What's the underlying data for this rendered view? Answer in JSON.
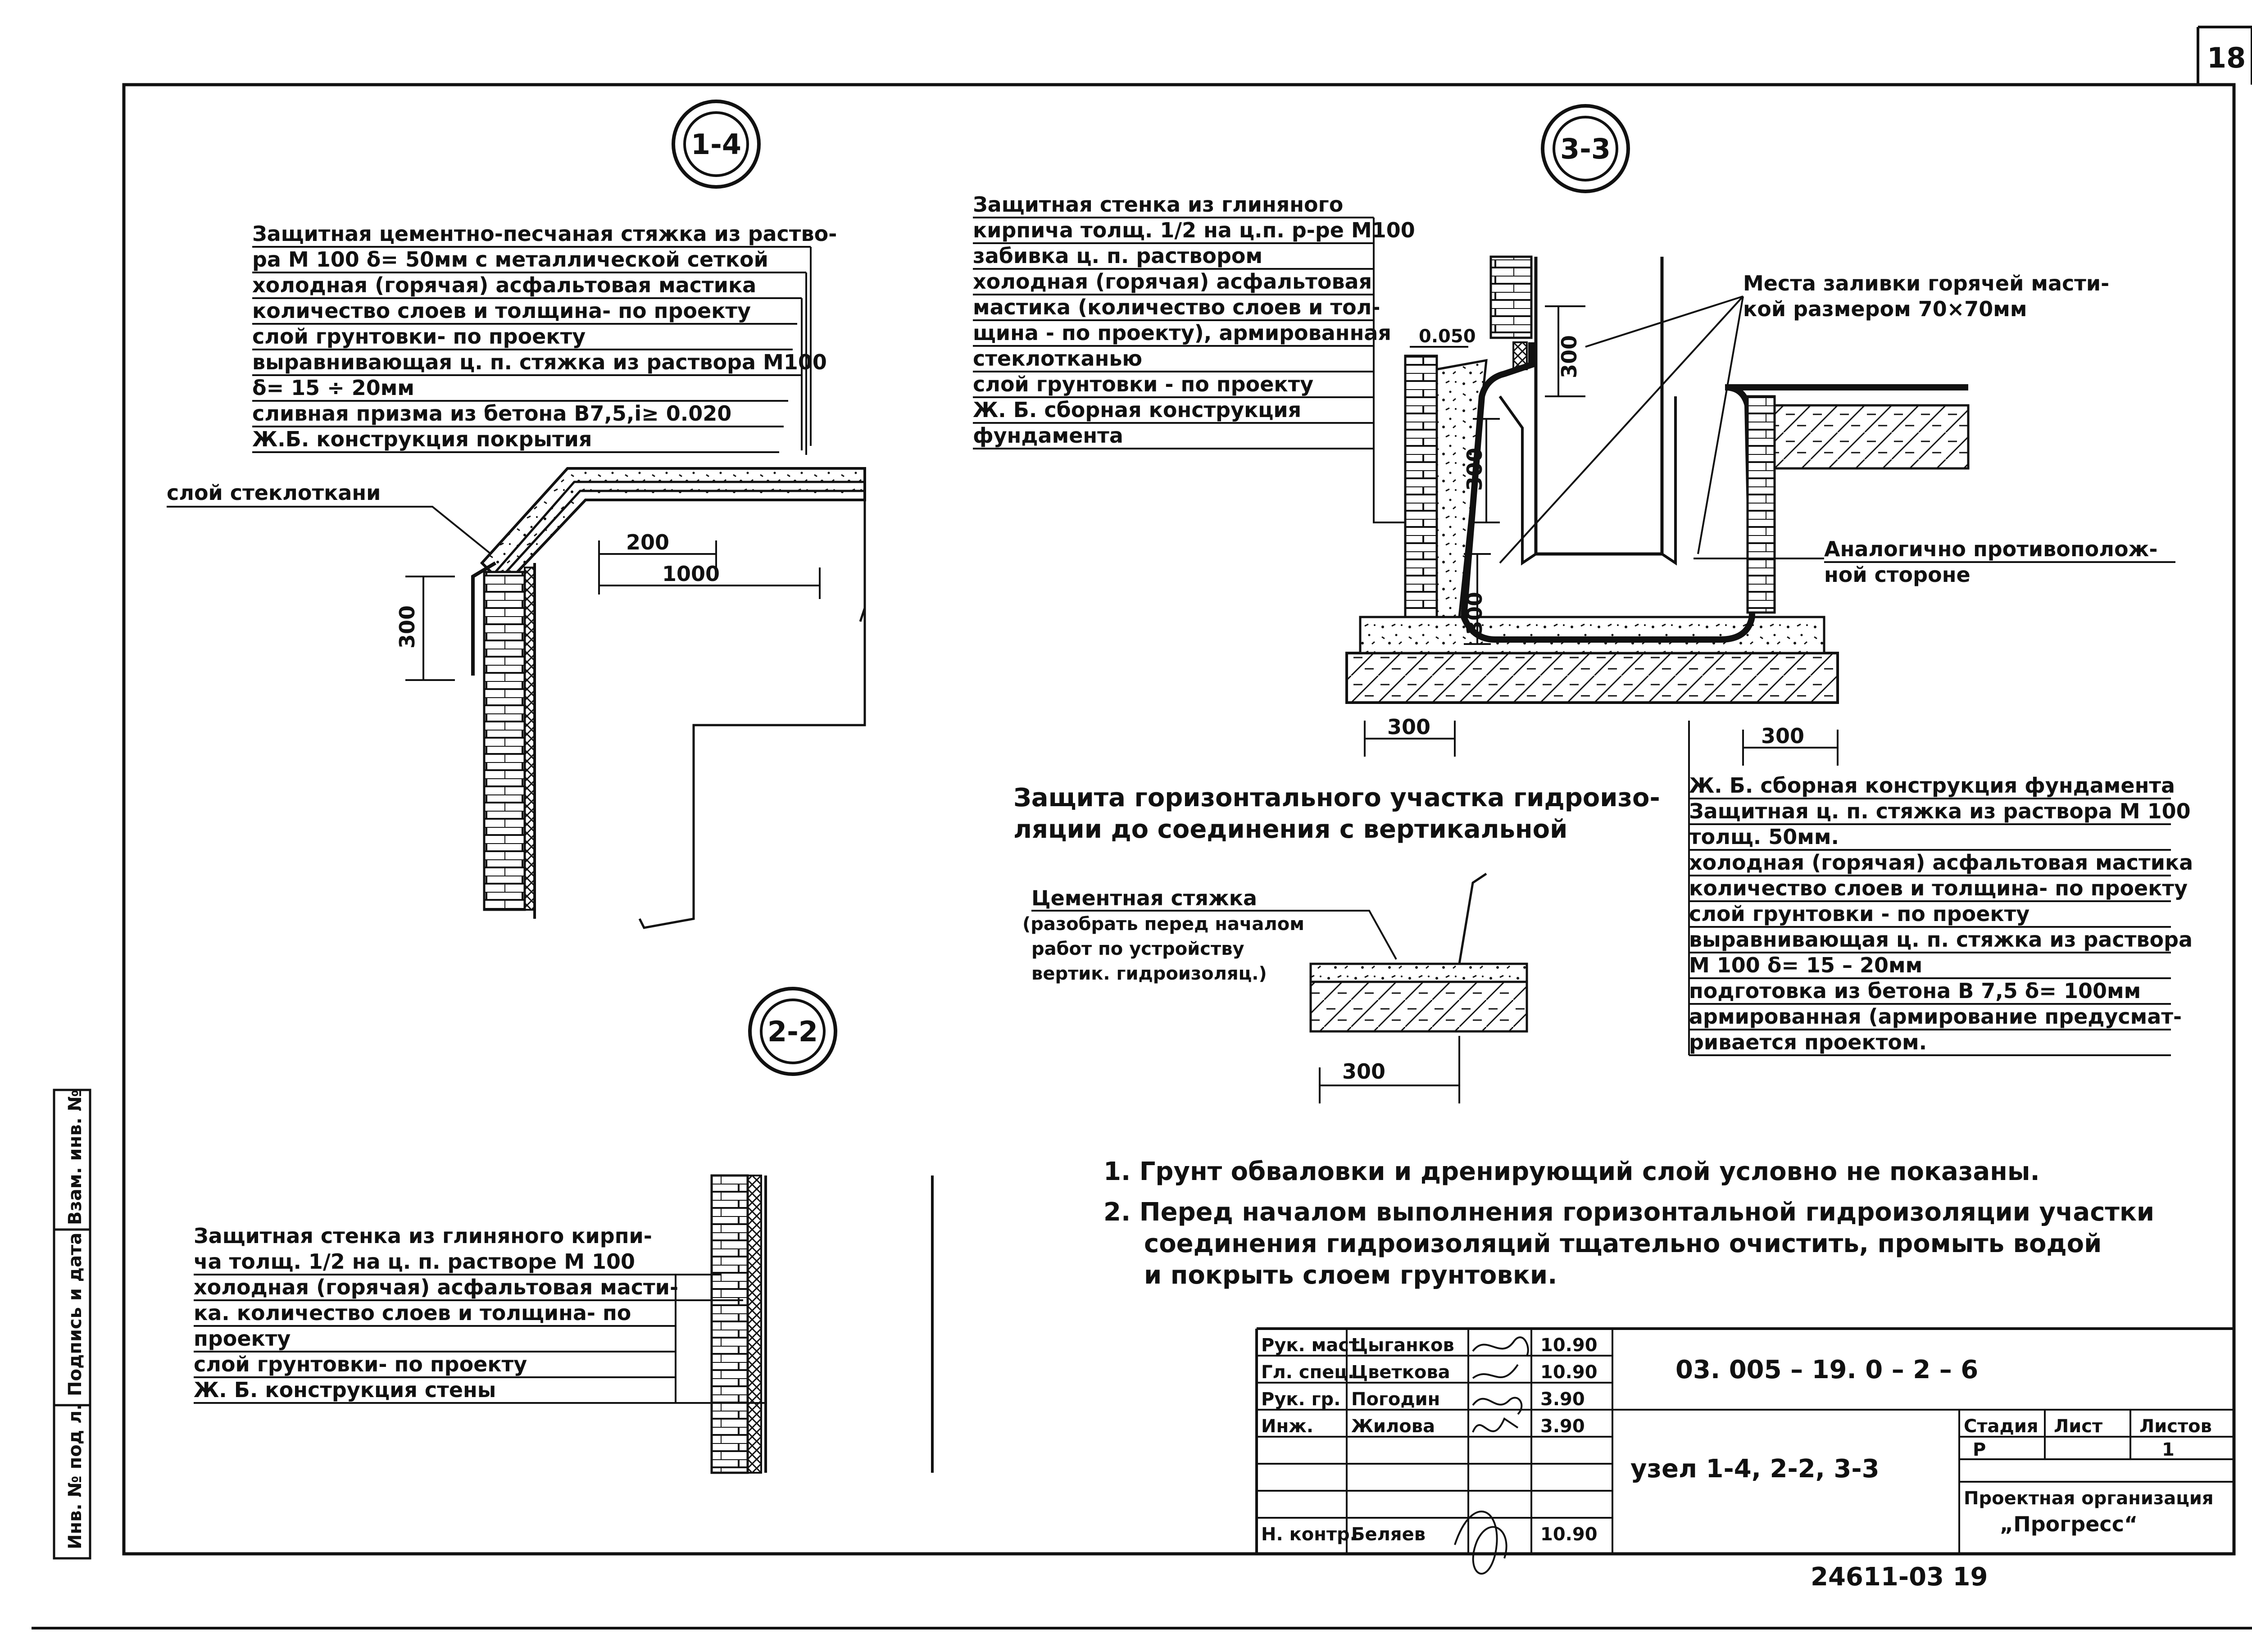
{
  "sheet": {
    "number": "18",
    "doc_code": "03. 005 – 19. 0 – 2 – 6",
    "node_title": "узел 1-4, 2-2, 3-3",
    "footer_number": "24611-03  19"
  },
  "left_stamp": [
    "Инв. № под л.",
    "Подпись и дата",
    "Взам. инв. №"
  ],
  "nodes": {
    "n14": "1-4",
    "n22": "2-2",
    "n33": "3-3"
  },
  "node14": {
    "layers": [
      "Защитная цементно-песчаная стяжка из раство-",
      "ра М 100  δ= 50мм с металлической сеткой",
      "холодная (горячая) асфальтовая мастика",
      "количество слоев и толщина- по проекту",
      "слой грунтовки- по проекту",
      "выравнивающая ц. п. стяжка из раствора М100",
      "δ= 15 ÷ 20мм",
      "сливная призма из бетона В7,5,i≥ 0.020",
      "Ж.Б. конструкция покрытия"
    ],
    "glass_fabric": "слой стеклоткани",
    "dim_200": "200",
    "dim_1000": "1000",
    "dim_300": "300"
  },
  "node22": {
    "layers": [
      "Защитная стенка из глиняного кирпи-",
      "ча толщ. 1/2 на ц. п. растворе М 100",
      "холодная (горячая) асфальтовая масти-",
      "ка. количество слоев и толщина- по",
      "проекту",
      "слой грунтовки- по проекту",
      "Ж. Б. конструкция стены"
    ]
  },
  "node33": {
    "layers": [
      "Защитная стенка из глиняного",
      "кирпича толщ. 1/2 на ц.п. р-ре М100",
      "забивка ц. п. раствором",
      "холодная (горячая) асфальтовая",
      "мастика (количество слоев и тол-",
      "щина - по проекту), армированная",
      "стеклотканью",
      "слой грунтовки - по проекту",
      "Ж. Б. сборная конструкция",
      "фундамента"
    ],
    "mastic_places": [
      "Места заливки горячей масти-",
      "кой размером 70×70мм"
    ],
    "similar_side": [
      "Аналогично противополож-",
      "ной стороне"
    ],
    "level": "0.050",
    "dim_300_a": "300",
    "dim_300_b": "300",
    "dim_300_c": "300",
    "dim_300_bl": "300",
    "dim_300_br": "300",
    "foundation_layers": [
      "Ж. Б. сборная конструкция фундамента",
      "Защитная ц. п. стяжка из раствора М 100",
      "толщ. 50мм.",
      "холодная (горячая) асфальтовая мастика",
      "количество слоев и толщина- по проекту",
      "слой грунтовки - по проекту",
      "выравнивающая ц. п. стяжка из раствора",
      "М 100   δ= 15 – 20мм",
      "подготовка из бетона В 7,5  δ= 100мм",
      "армированная (армирование предусмат-",
      "ривается проектом."
    ]
  },
  "horizontal": {
    "title": [
      "Защита горизонтального участка гидроизо-",
      "ляции до соединения с вертикальной"
    ],
    "screed": [
      "Цементная стяжка",
      "(разобрать перед началом",
      "работ по устройству",
      "вертик. гидроизоляц.)"
    ],
    "dim_300": "300"
  },
  "notes": [
    "1.  Грунт обваловки и дренирующий  слой условно не показаны.",
    "2.  Перед началом выполнения горизонтальной гидроизоляции участки",
    "соединения гидроизоляций тщательно очистить, промыть водой",
    "и покрыть слоем грунтовки."
  ],
  "title_block": {
    "roles": [
      "Рук. маст.",
      "Гл. спец.",
      "Рук. гр.",
      "Инж.",
      "",
      "",
      "Н. контр."
    ],
    "names": [
      "Цыганков",
      "Цветкова",
      "Погодин",
      "Жилова",
      "",
      "",
      "Беляев"
    ],
    "dates": [
      "10.90",
      "10.90",
      "3.90",
      "3.90",
      "",
      "",
      "10.90"
    ],
    "stage_h": "Стадия",
    "sheet_h": "Лист",
    "sheets_h": "Листов",
    "stage_v": "Р",
    "sheets_v": "1",
    "org": [
      "Проектная организация",
      "„Прогресс“"
    ]
  }
}
